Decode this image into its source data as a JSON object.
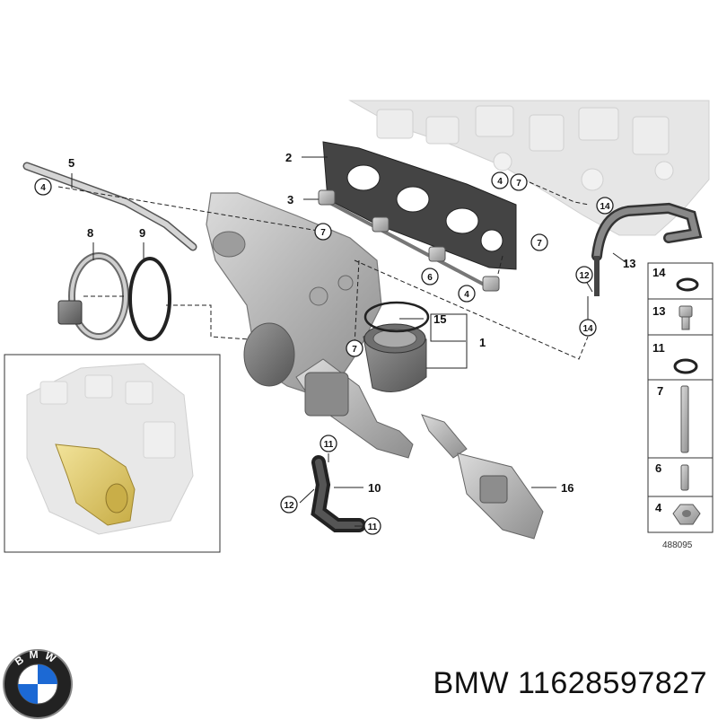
{
  "diagram": {
    "callouts": [
      {
        "label": "5"
      },
      {
        "label": "2"
      },
      {
        "label": "3"
      },
      {
        "label": "8"
      },
      {
        "label": "9"
      },
      {
        "label": "15"
      },
      {
        "label": "1"
      },
      {
        "label": "13"
      },
      {
        "label": "10"
      },
      {
        "label": "16"
      }
    ],
    "circled": [
      {
        "label": "4"
      },
      {
        "label": "7"
      },
      {
        "label": "4"
      },
      {
        "label": "7"
      },
      {
        "label": "7"
      },
      {
        "label": "7"
      },
      {
        "label": "14"
      },
      {
        "label": "6"
      },
      {
        "label": "4"
      },
      {
        "label": "12"
      },
      {
        "label": "14"
      },
      {
        "label": "11"
      },
      {
        "label": "12"
      },
      {
        "label": "11"
      }
    ],
    "legend": [
      {
        "label": "14",
        "part": "o-ring"
      },
      {
        "label": "13",
        "part": "hex-bolt"
      },
      {
        "label": "11",
        "part": "o-ring"
      },
      {
        "label": "7",
        "part": "stud-bolt"
      },
      {
        "label": "6",
        "part": "dowel-sleeve"
      },
      {
        "label": "4",
        "part": "flange-nut"
      }
    ],
    "diagram_number": "488095"
  },
  "colors": {
    "highlight": "#e6d27a",
    "part_gray": "#b9b9b9",
    "engine_ghost": "#e3e3e3"
  },
  "branding": {
    "logo_letters": "BMW",
    "caption": "BMW 11628597827"
  }
}
